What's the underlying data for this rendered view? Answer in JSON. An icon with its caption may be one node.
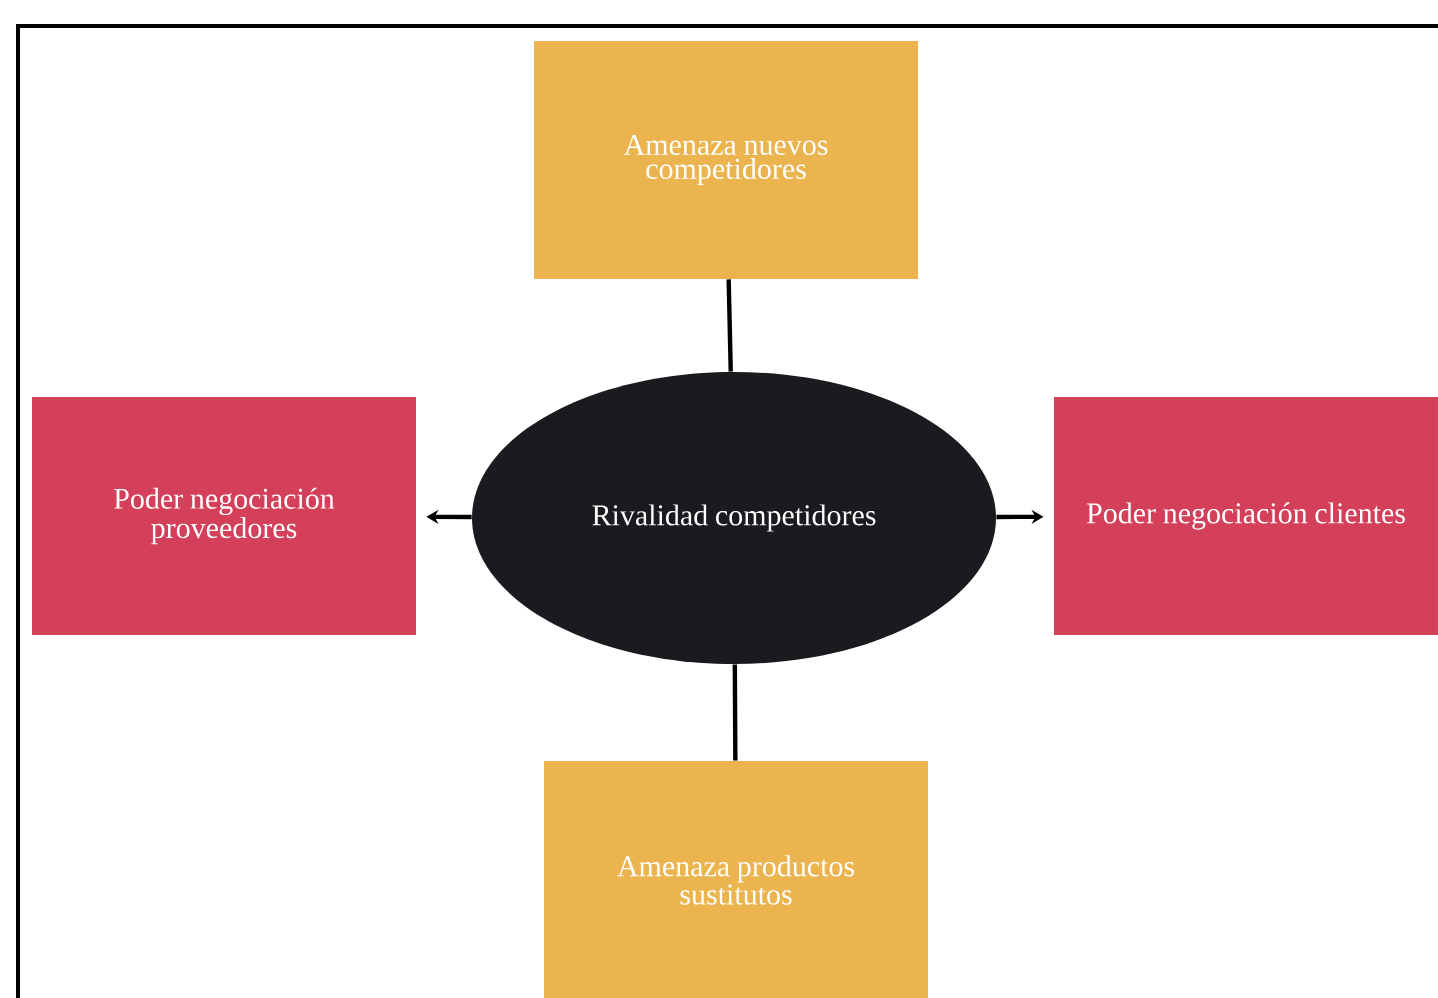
{
  "diagram": {
    "nodes": [
      {
        "text": [
          "Amenaza nuevos competidores"
        ]
      },
      {
        "text": [
          "Poder negociación proveedores"
        ]
      },
      {
        "text": [
          "Rivalidad competidores"
        ]
      },
      {
        "text": [
          "Poder negociación clientes"
        ]
      },
      {
        "text": [
          "Amenaza productos sustitutos"
        ]
      }
    ],
    "edges": [
      {
        "from": 2,
        "to": 0,
        "arrow": "none"
      },
      {
        "from": 2,
        "to": 1,
        "arrow": "to"
      },
      {
        "from": 2,
        "to": 3,
        "arrow": "to"
      },
      {
        "from": 2,
        "to": 4,
        "arrow": "none"
      }
    ]
  }
}
